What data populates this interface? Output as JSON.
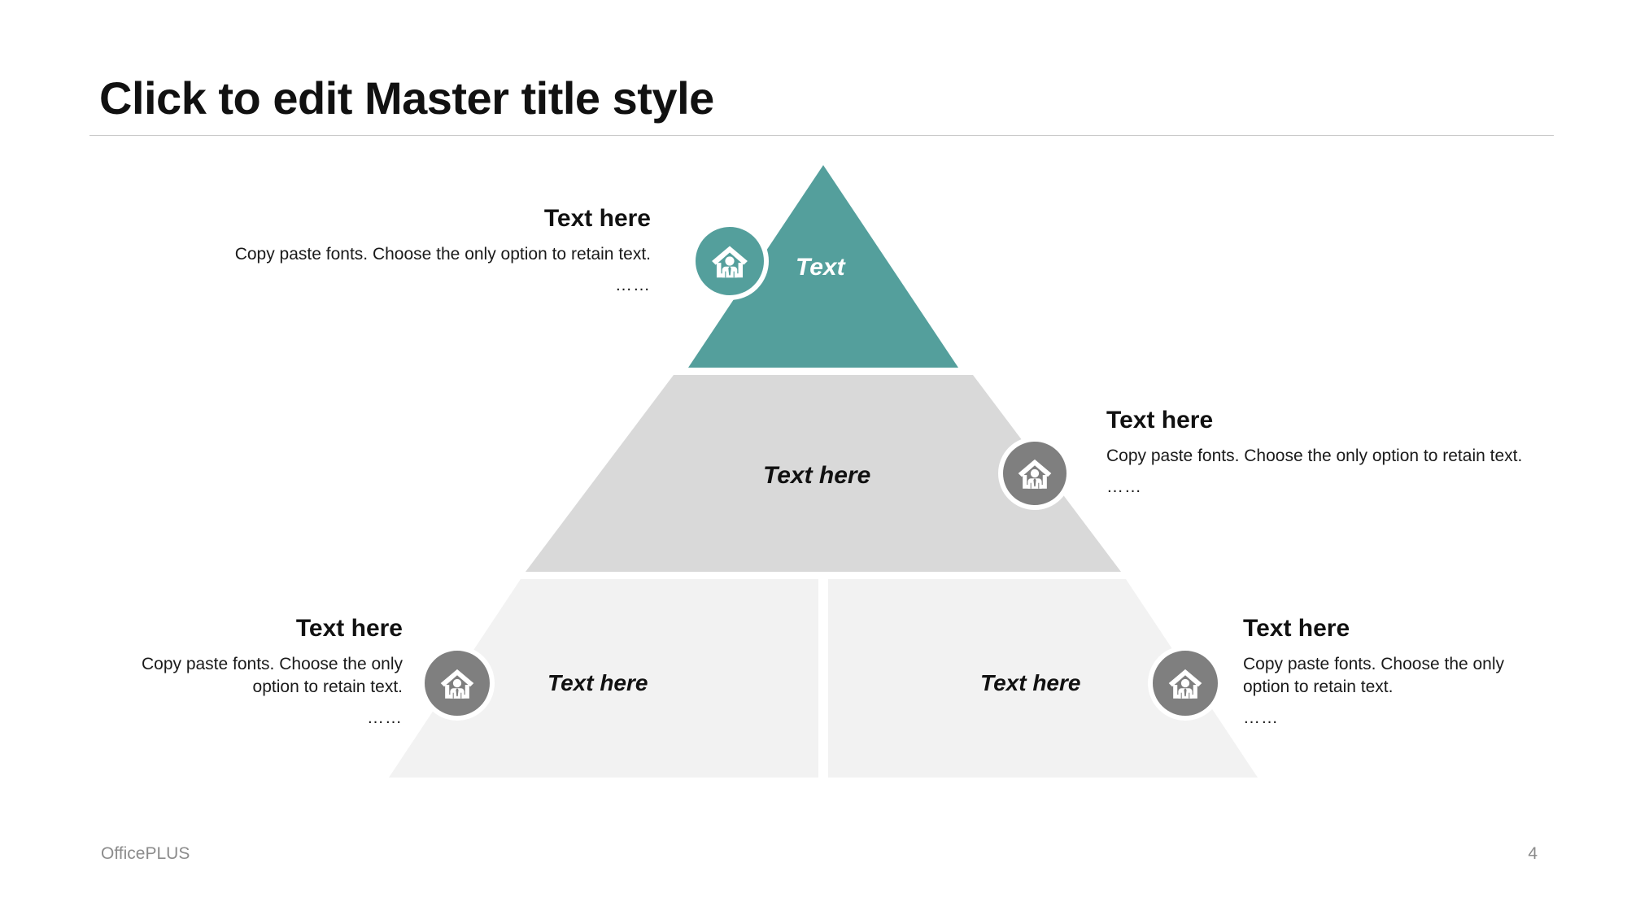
{
  "slide": {
    "title": "Click to edit Master title style"
  },
  "pyramid": {
    "tiers": [
      {
        "id": "top",
        "caption": "Text",
        "fill": "#549f9c"
      },
      {
        "id": "middle",
        "caption": "Text here",
        "fill": "#d9d9d9"
      },
      {
        "id": "bottom-left",
        "caption": "Text here",
        "fill": "#f2f2f2"
      },
      {
        "id": "bottom-right",
        "caption": "Text here",
        "fill": "#f2f2f2"
      }
    ]
  },
  "badges": [
    {
      "id": "apex",
      "icon": "home-person-icon",
      "color": "#549f9c"
    },
    {
      "id": "middle",
      "icon": "home-person-icon",
      "color": "#7f7f7f"
    },
    {
      "id": "bottom-left",
      "icon": "home-person-icon",
      "color": "#7f7f7f"
    },
    {
      "id": "bottom-right",
      "icon": "home-person-icon",
      "color": "#7f7f7f"
    }
  ],
  "callouts": {
    "top_left": {
      "title": "Text here",
      "body": "Copy paste fonts. Choose the only option to retain text.",
      "dots": "……"
    },
    "mid_right": {
      "title": "Text here",
      "body": "Copy paste fonts. Choose the only option to retain text.",
      "dots": "……"
    },
    "bottom_left": {
      "title": "Text here",
      "body": "Copy paste fonts. Choose the only option to retain text.",
      "dots": "……"
    },
    "bottom_right": {
      "title": "Text here",
      "body": "Copy paste fonts. Choose the only option to retain text.",
      "dots": "……"
    }
  },
  "footer": {
    "brand": "OfficePLUS",
    "page_number": "4"
  },
  "colors": {
    "accent_teal": "#549f9c",
    "tier_gray": "#d9d9d9",
    "tier_light": "#f2f2f2",
    "badge_gray": "#7f7f7f",
    "rule": "#c9c9c9",
    "footer_text": "#8c8c8c"
  }
}
